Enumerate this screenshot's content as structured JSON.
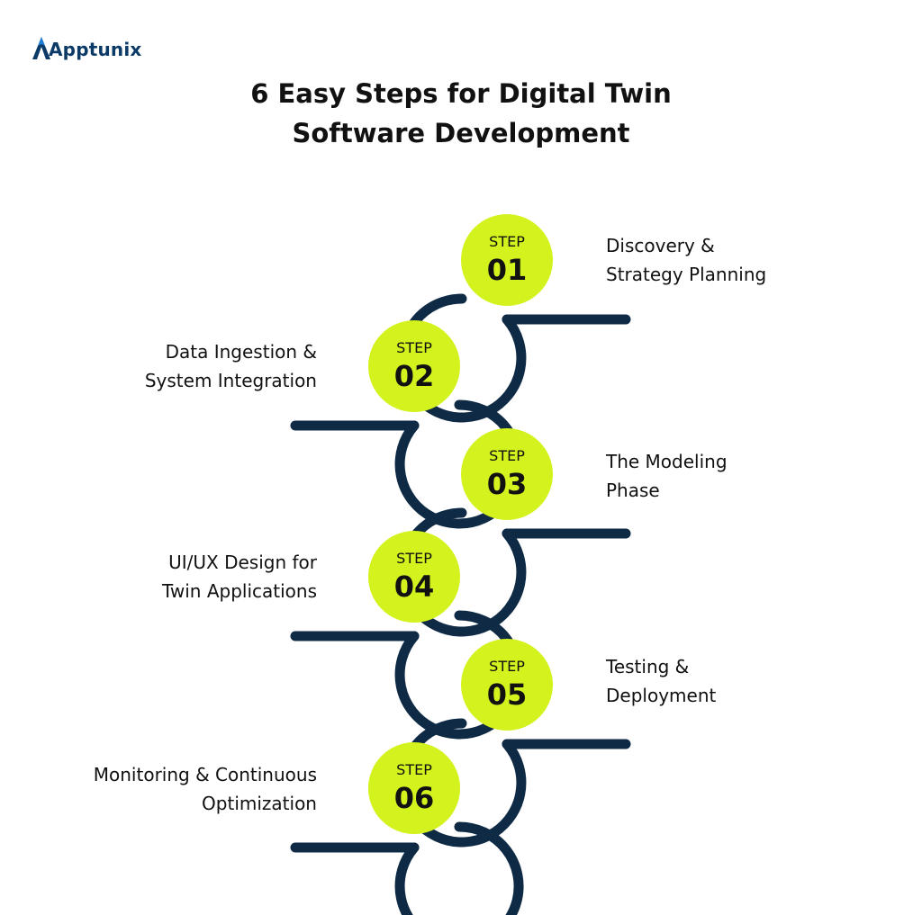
{
  "brand": {
    "name": "Apptunix",
    "colors": {
      "navy": "#0f2a45",
      "lime": "#d4f21d",
      "logo_blue": "#0b3a66"
    }
  },
  "title": {
    "line1": "6 Easy Steps for Digital Twin",
    "line2": "Software Development"
  },
  "step_word": "STEP",
  "steps": [
    {
      "number": "01",
      "label_line1": "Discovery &",
      "label_line2": "Strategy Planning",
      "side": "right"
    },
    {
      "number": "02",
      "label_line1": "Data Ingestion &",
      "label_line2": "System Integration",
      "side": "left"
    },
    {
      "number": "03",
      "label_line1": "The Modeling",
      "label_line2": "Phase",
      "side": "right"
    },
    {
      "number": "04",
      "label_line1": "UI/UX Design for",
      "label_line2": "Twin Applications",
      "side": "left"
    },
    {
      "number": "05",
      "label_line1": "Testing &",
      "label_line2": "Deployment",
      "side": "right"
    },
    {
      "number": "06",
      "label_line1": "Monitoring & Continuous",
      "label_line2": "Optimization",
      "side": "left"
    }
  ]
}
